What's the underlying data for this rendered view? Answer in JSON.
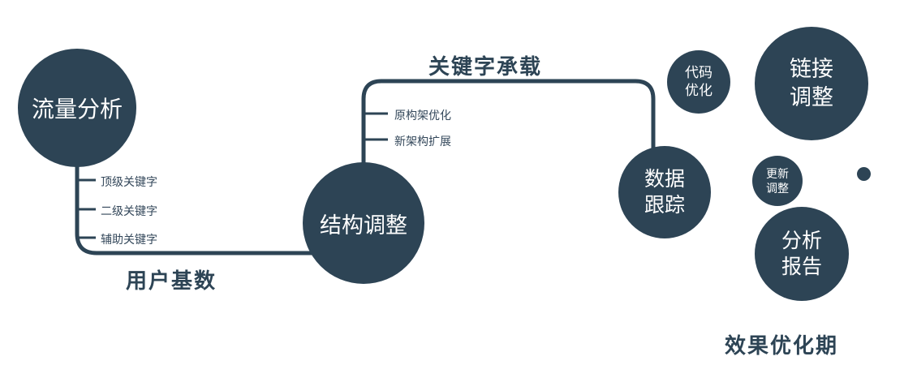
{
  "colors": {
    "primary": "#2d4455",
    "node_text": "#ffffff",
    "background": "#ffffff"
  },
  "nodes": {
    "traffic_analysis": {
      "label": "流量分析"
    },
    "structure_adjust": {
      "label": "结构调整"
    },
    "data_tracking": {
      "label": "数据跟踪"
    },
    "code_optimization": {
      "label": "代码优化"
    },
    "link_adjustment": {
      "label": "链接调整"
    },
    "update_adjustment": {
      "label": "更新调整"
    },
    "analysis_report": {
      "label": "分析报告"
    }
  },
  "edge_labels": {
    "user_base": "用户基数",
    "keyword_carrying": "关键字承载"
  },
  "branch_labels": {
    "traffic": [
      "顶级关键字",
      "二级关键字",
      "辅助关键字"
    ],
    "structure": [
      "原构架优化",
      "新架构扩展"
    ]
  },
  "caption": "效果优化期"
}
